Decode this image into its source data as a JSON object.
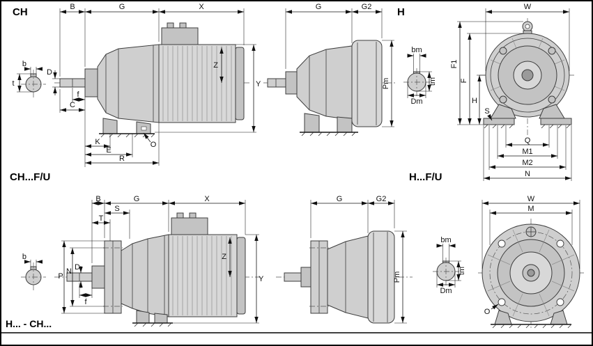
{
  "titles": {
    "ch": "CH",
    "h": "H",
    "ch_fu": "CH...F/U",
    "h_fu": "H...F/U",
    "footer": "H... - CH..."
  },
  "ch_side": {
    "B": "B",
    "G": "G",
    "X": "X",
    "b": "b",
    "t": "t",
    "D": "D",
    "f": "f",
    "C": "C",
    "K": "K",
    "E": "E",
    "R": "R",
    "O": "O",
    "Z": "Z",
    "Y": "Y"
  },
  "ch_rear": {
    "G": "G",
    "G2": "G2",
    "Pm": "Pm"
  },
  "h_front": {
    "bm": "bm",
    "tm": "tm",
    "Dm": "Dm",
    "F1": "F1",
    "F": "F",
    "H": "H",
    "S": "S",
    "W": "W",
    "Q": "Q",
    "M1": "M1",
    "M2": "M2",
    "N": "N"
  },
  "chfu_side": {
    "B": "B",
    "S": "S",
    "G": "G",
    "X": "X",
    "T": "T",
    "b": "b",
    "P": "P",
    "N": "N",
    "D": "D",
    "f": "f",
    "Z": "Z",
    "Y": "Y"
  },
  "chfu_rear": {
    "G": "G",
    "G2": "G2",
    "Pm": "Pm"
  },
  "hfu_front": {
    "bm": "bm",
    "tm": "tm",
    "Dm": "Dm",
    "W": "W",
    "M": "M",
    "O": "O"
  }
}
